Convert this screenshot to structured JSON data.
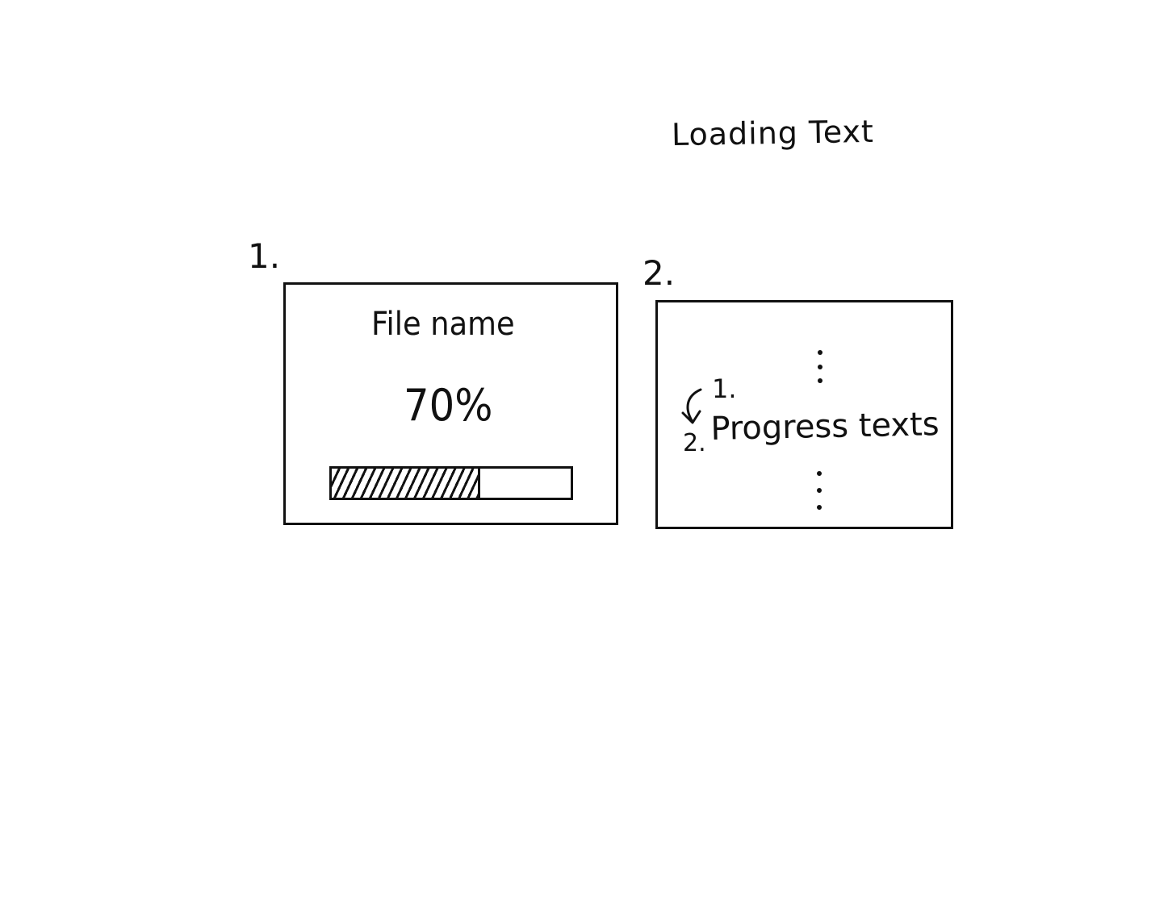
{
  "title": "Loading Text",
  "option_1": {
    "label": "1.",
    "file_name": "File name",
    "percent_text": "70%",
    "progress_fraction": 0.62
  },
  "option_2": {
    "label": "2.",
    "steps": [
      "1.",
      "2."
    ],
    "progress_text": "Progress texts",
    "icons": [
      "curved-arrow-icon",
      "vertical-ellipsis-icon"
    ]
  }
}
